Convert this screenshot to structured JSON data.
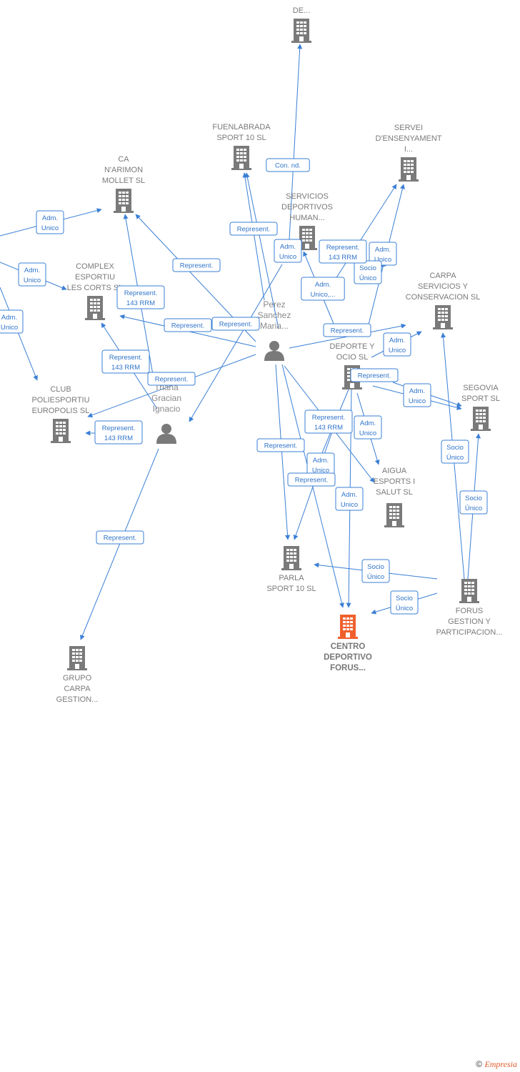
{
  "colors": {
    "edge": "#3a7fd5",
    "building": "#7a7a7a",
    "building_main": "#f0602c",
    "person": "#7a7a7a"
  },
  "companies": [
    {
      "id": "de",
      "lines": [
        "DE..."
      ],
      "main": false
    },
    {
      "id": "fuenlabrada",
      "lines": [
        "FUENLABRADA",
        "SPORT 10 SL"
      ],
      "main": false
    },
    {
      "id": "servei",
      "lines": [
        "SERVEI",
        "D'ENSENYAMENT",
        "I..."
      ],
      "main": false
    },
    {
      "id": "ca_narimon",
      "lines": [
        "CA",
        "N'ARIMON",
        "MOLLET SL"
      ],
      "main": false
    },
    {
      "id": "servicios_dep",
      "lines": [
        "SERVICIOS",
        "DEPORTIVOS",
        "HUMAN..."
      ],
      "main": false
    },
    {
      "id": "complex",
      "lines": [
        "COMPLEX",
        "ESPORTIU",
        "LES CORTS SL"
      ],
      "main": false
    },
    {
      "id": "carpa_serv",
      "lines": [
        "CARPA",
        "SERVICIOS Y",
        "CONSERVACION SL"
      ],
      "main": false
    },
    {
      "id": "deporte_ocio",
      "lines": [
        "DEPORTE Y",
        "OCIO  SL"
      ],
      "main": false
    },
    {
      "id": "segovia",
      "lines": [
        "SEGOVIA",
        "SPORT SL"
      ],
      "main": false
    },
    {
      "id": "club_poli",
      "lines": [
        "CLUB",
        "POLIESPORTIU",
        "EUROPOLIS SL"
      ],
      "main": false
    },
    {
      "id": "aigua",
      "lines": [
        "AIGUA",
        "ESPORTS I",
        "SALUT SL"
      ],
      "main": false
    },
    {
      "id": "parla",
      "lines": [
        "PARLA",
        "SPORT 10 SL"
      ],
      "main": false
    },
    {
      "id": "forus",
      "lines": [
        "FORUS",
        "GESTION Y",
        "PARTICIPACION..."
      ],
      "main": false
    },
    {
      "id": "centro",
      "lines": [
        "CENTRO",
        "DEPORTIVO",
        "FORUS..."
      ],
      "main": true
    },
    {
      "id": "grupo_carpa",
      "lines": [
        "GRUPO",
        "CARPA",
        "GESTION..."
      ],
      "main": false
    }
  ],
  "persons": [
    {
      "id": "perez",
      "lines": [
        "Perez",
        "Sanchez",
        "Maria..."
      ]
    },
    {
      "id": "triana",
      "lines": [
        "Triana",
        "Gracian",
        "Ignacio"
      ]
    }
  ],
  "edge_labels": [
    {
      "id": "l1",
      "lines": [
        "Con.  nd."
      ]
    },
    {
      "id": "l2",
      "lines": [
        "Adm.",
        "Unico"
      ]
    },
    {
      "id": "l3",
      "lines": [
        "Adm.",
        "Unico"
      ]
    },
    {
      "id": "l4",
      "lines": [
        "Adm.",
        "Unico"
      ]
    },
    {
      "id": "l5",
      "lines": [
        "Represent."
      ]
    },
    {
      "id": "l6",
      "lines": [
        "Represent."
      ]
    },
    {
      "id": "l7",
      "lines": [
        "Adm.",
        "Unico"
      ]
    },
    {
      "id": "l8",
      "lines": [
        "Represent.",
        "143 RRM"
      ]
    },
    {
      "id": "l9",
      "lines": [
        "Adm.",
        "Unico"
      ]
    },
    {
      "id": "l10",
      "lines": [
        "Socio",
        "Único"
      ]
    },
    {
      "id": "l11",
      "lines": [
        "Represent.",
        "143 RRM"
      ]
    },
    {
      "id": "l12",
      "lines": [
        "Adm.",
        "Unico,..."
      ]
    },
    {
      "id": "l13",
      "lines": [
        "Represent."
      ]
    },
    {
      "id": "l14",
      "lines": [
        "Represent."
      ]
    },
    {
      "id": "l15",
      "lines": [
        "Represent."
      ]
    },
    {
      "id": "l16",
      "lines": [
        "Adm.",
        "Unico"
      ]
    },
    {
      "id": "l17",
      "lines": [
        "Represent.",
        "143 RRM"
      ]
    },
    {
      "id": "l18",
      "lines": [
        "Represent."
      ]
    },
    {
      "id": "l19",
      "lines": [
        "Represent."
      ]
    },
    {
      "id": "l20",
      "lines": [
        "Adm.",
        "Unico"
      ]
    },
    {
      "id": "l21",
      "lines": [
        "Represent.",
        "143 RRM"
      ]
    },
    {
      "id": "l22",
      "lines": [
        "Adm.",
        "Unico"
      ]
    },
    {
      "id": "l23",
      "lines": [
        "Represent.",
        "143 RRM"
      ]
    },
    {
      "id": "l24",
      "lines": [
        "Socio",
        "Único"
      ]
    },
    {
      "id": "l25",
      "lines": [
        "Represent."
      ]
    },
    {
      "id": "l26",
      "lines": [
        "Adm.",
        "Unico"
      ]
    },
    {
      "id": "l27",
      "lines": [
        "Represent."
      ]
    },
    {
      "id": "l28",
      "lines": [
        "Adm.",
        "Unico"
      ]
    },
    {
      "id": "l29",
      "lines": [
        "Socio",
        "Único"
      ]
    },
    {
      "id": "l30",
      "lines": [
        "Socio",
        "Único"
      ]
    },
    {
      "id": "l31",
      "lines": [
        "Represent."
      ]
    },
    {
      "id": "l32",
      "lines": [
        "Socio",
        "Único"
      ]
    }
  ],
  "watermark": {
    "symbol": "©",
    "brand": "Empresia"
  }
}
